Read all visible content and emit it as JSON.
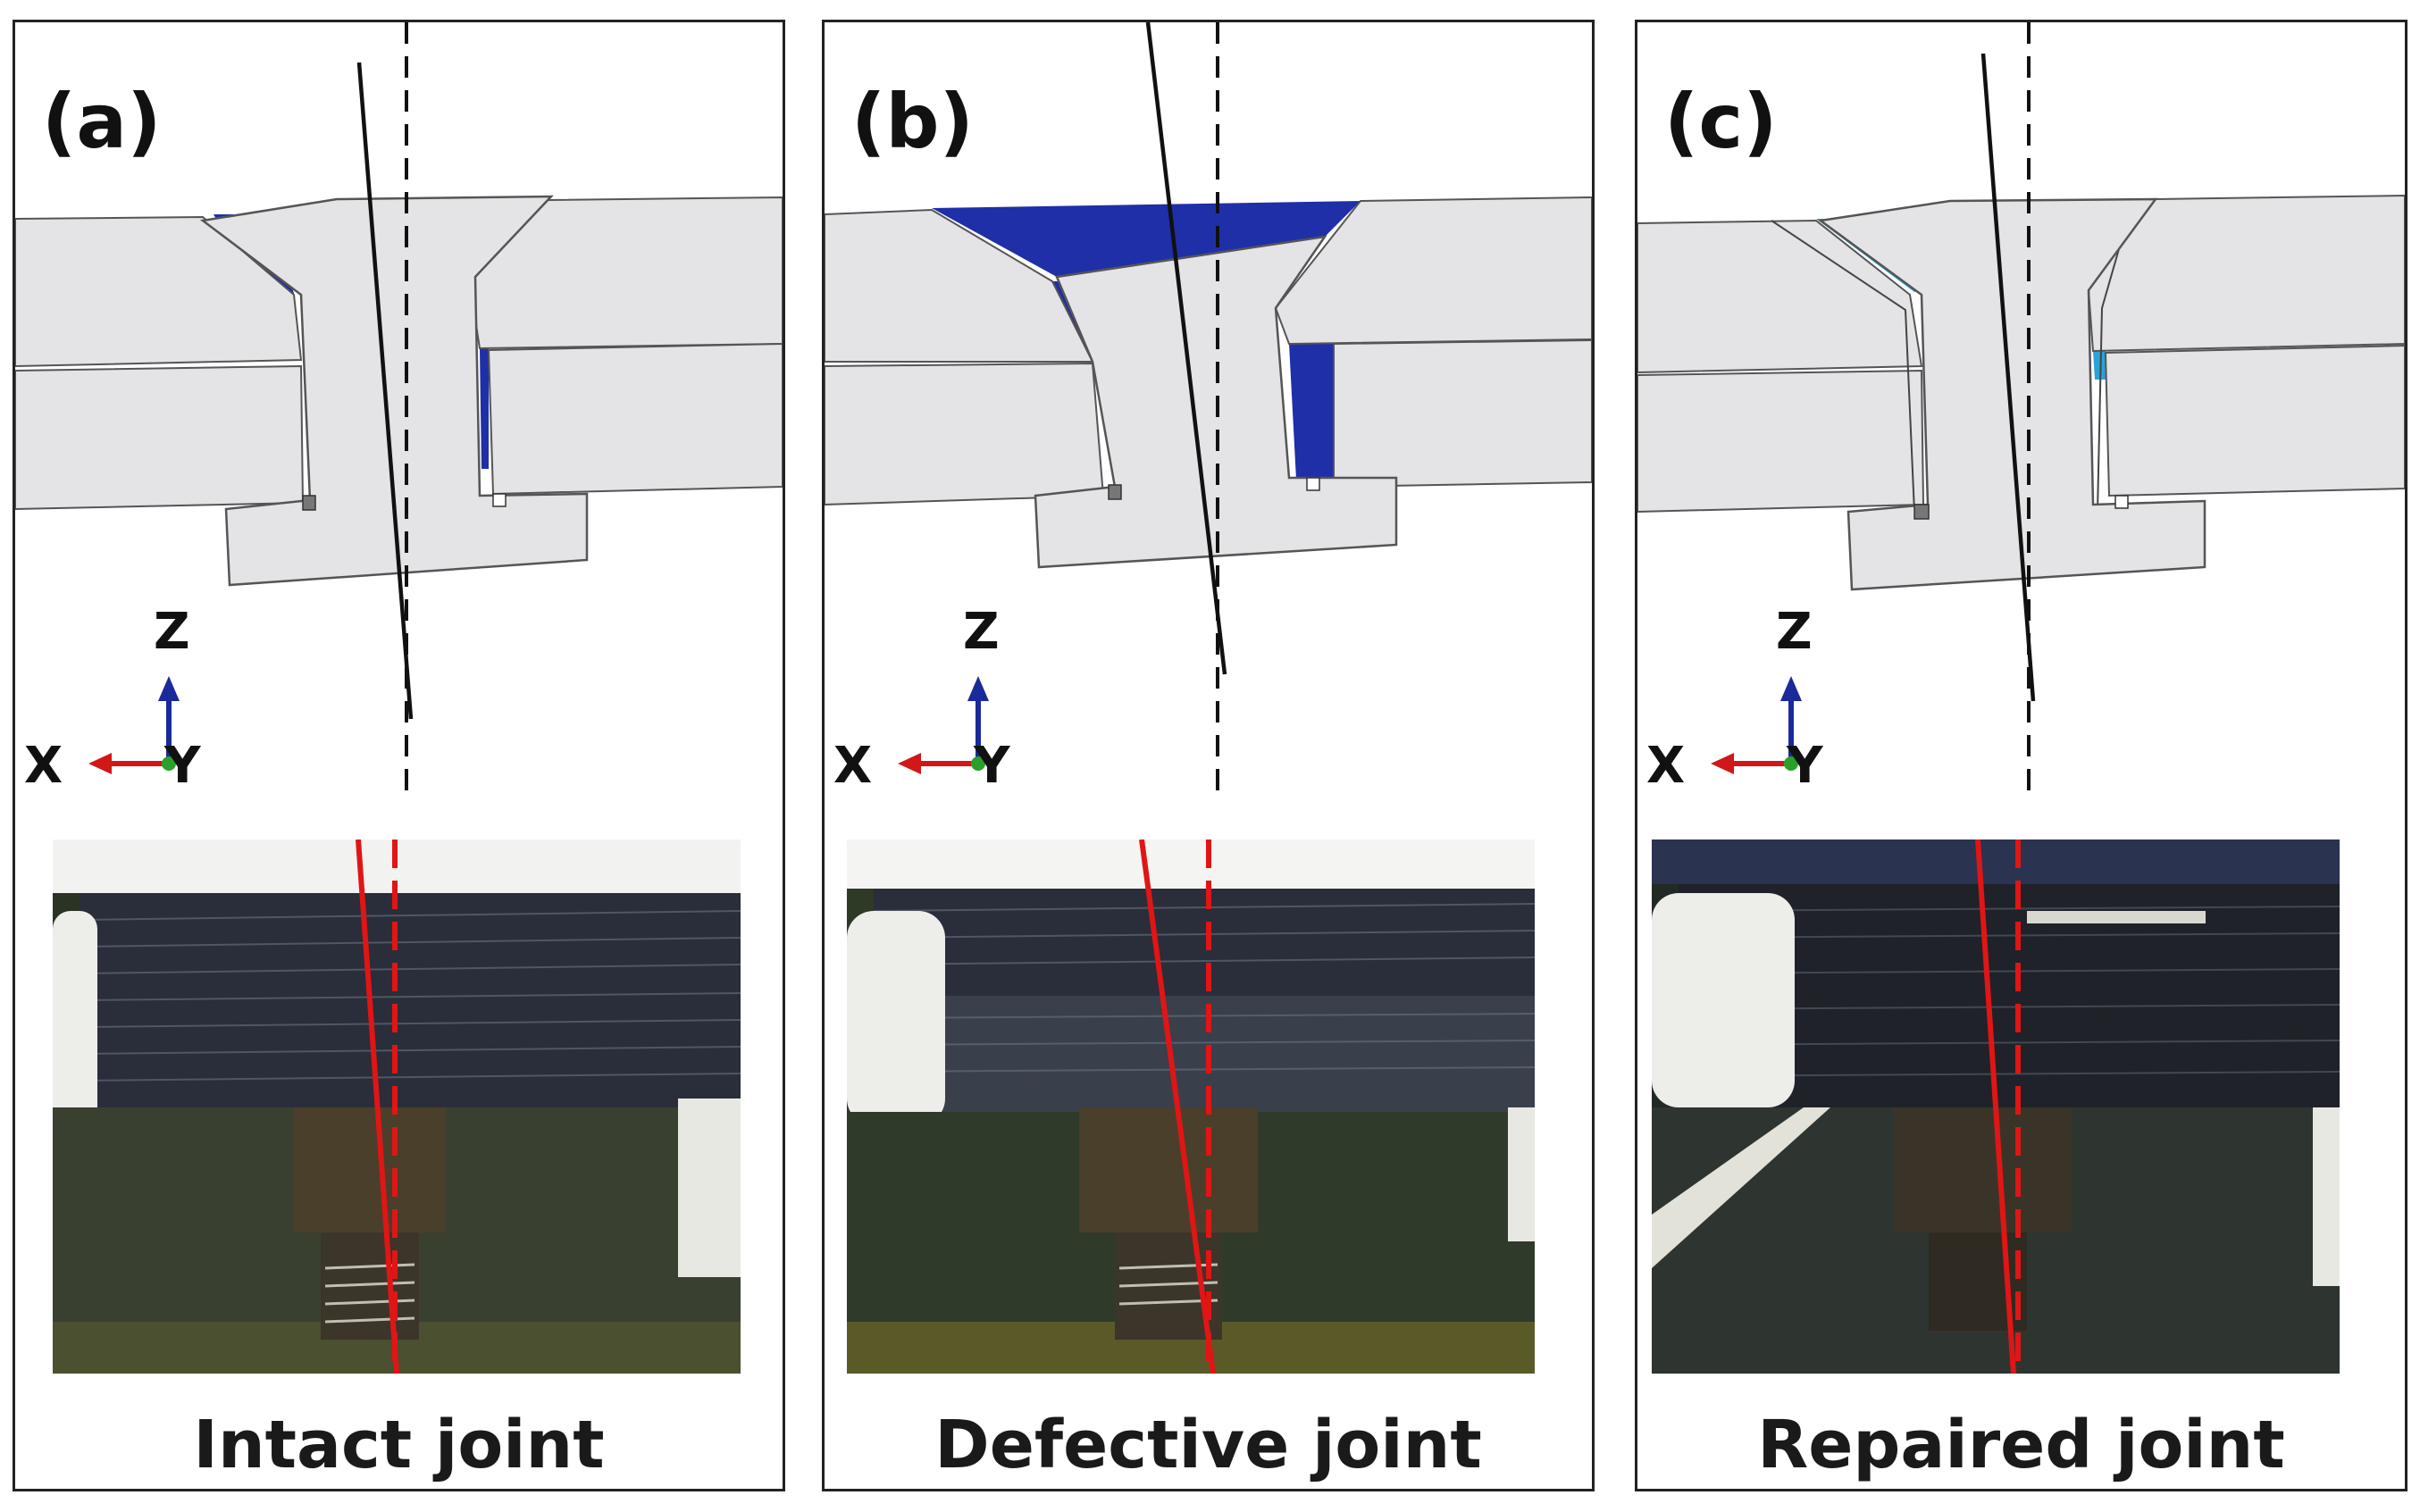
{
  "panels": [
    {
      "letter": "(a)",
      "caption": "Intact joint"
    },
    {
      "letter": "(b)",
      "caption": "Defective joint"
    },
    {
      "letter": "(c)",
      "caption": "Repaired joint"
    }
  ],
  "axes": {
    "z": "Z",
    "x": "X",
    "y": "Y"
  },
  "colors": {
    "plate_fill": "#e4e4e6",
    "gap_dark_blue": "#1f2fa8",
    "gap_light_blue": "#2aa3d8",
    "axis_x_red": "#d01818",
    "axis_z_blue": "#1a2a9a",
    "axis_y_green": "#2aa02a",
    "reference_line_photo": "#e01515"
  }
}
